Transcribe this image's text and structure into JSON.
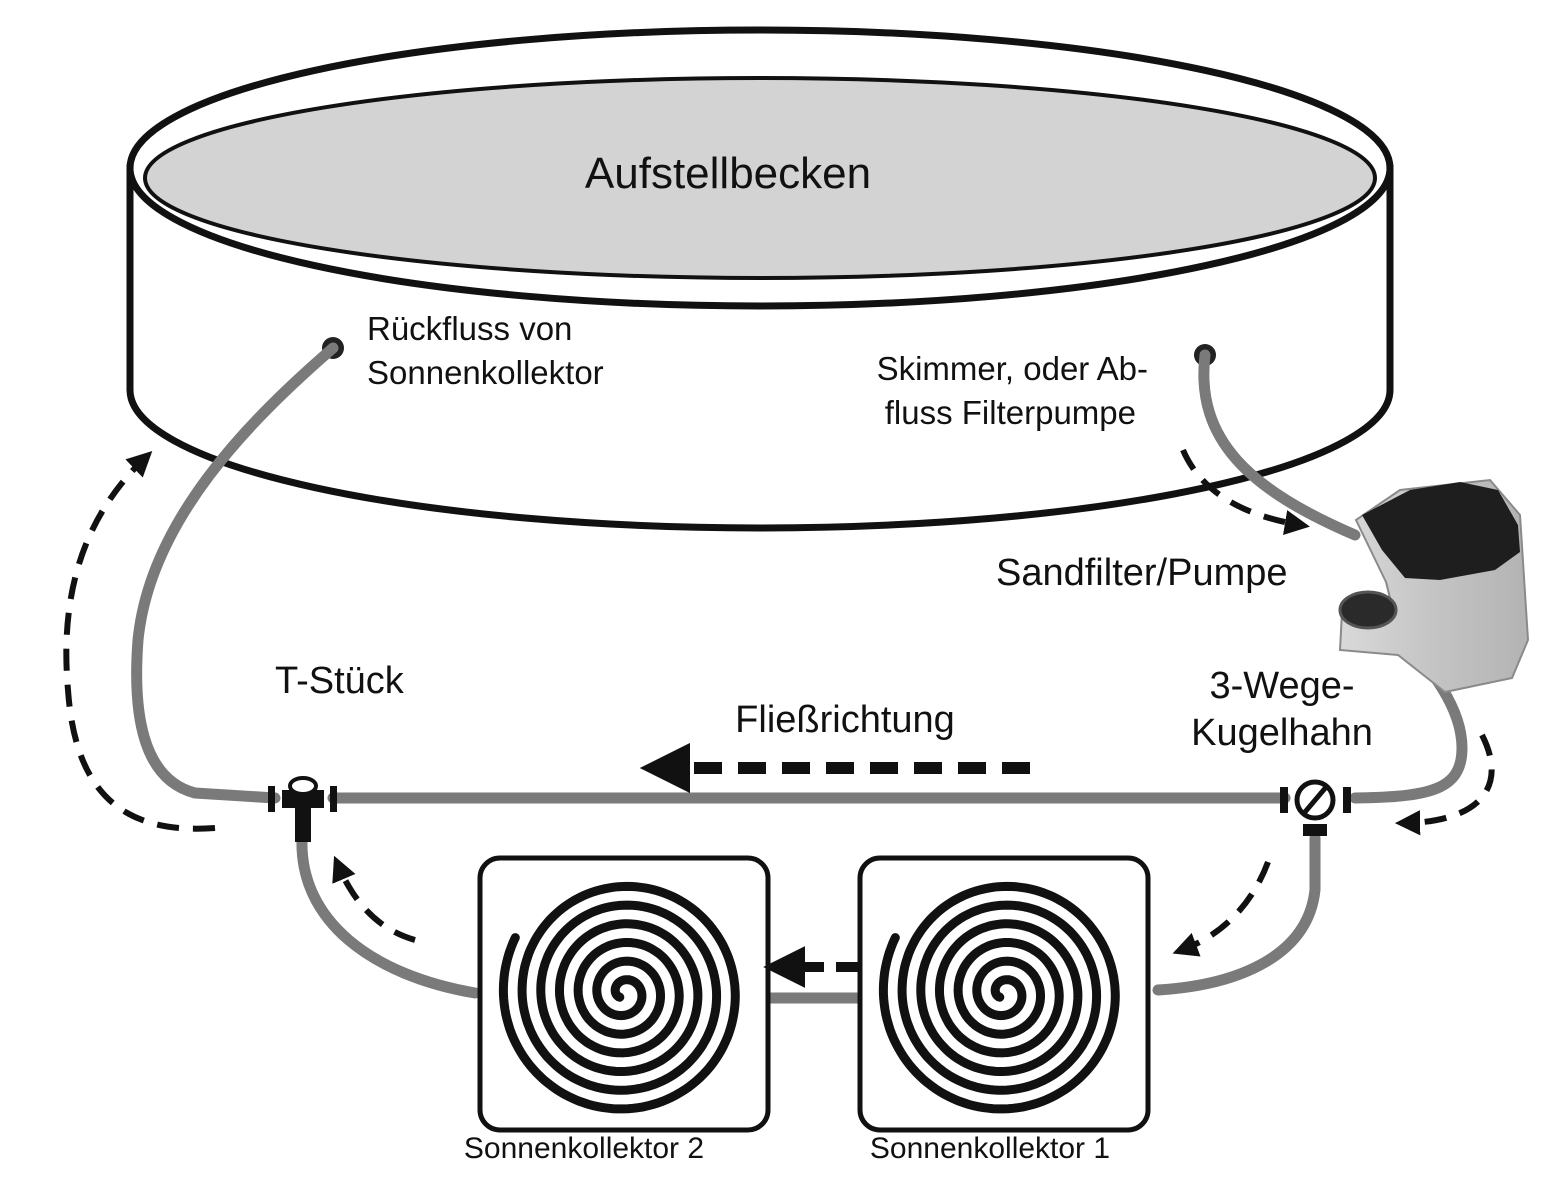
{
  "labels": {
    "pool": "Aufstellbecken",
    "return_line_1": "Rückfluss von",
    "return_line_2": "Sonnenkollektor",
    "skimmer_line_1": "Skimmer, oder Ab-",
    "skimmer_line_2": "fluss Filterpumpe",
    "sandfilter": "Sandfilter/Pumpe",
    "tee": "T-Stück",
    "flow_direction": "Fließrichtung",
    "valve_line_1": "3-Wege-",
    "valve_line_2": "Kugelhahn",
    "collector_2": "Sonnenkollektor 2",
    "collector_1": "Sonnenkollektor 1"
  },
  "colors": {
    "pipe": "#7a7a7a",
    "outline": "#111111",
    "water": "#d3d3d3",
    "filter_body": "#cfcfcf",
    "filter_top": "#1e1e1e",
    "flow_arrow": "#111111"
  }
}
